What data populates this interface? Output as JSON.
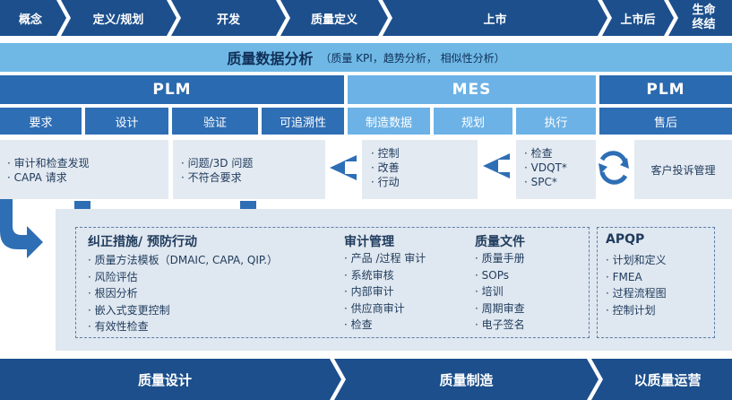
{
  "phases": [
    "概念",
    "定义/规划",
    "开发",
    "质量定义",
    "上市",
    "上市后",
    "生命\n终结"
  ],
  "analysis": {
    "title": "质量数据分析",
    "subtitle": "（质量 KPI，趋势分析， 相似性分析）"
  },
  "systems": {
    "plm_left": "PLM",
    "mes": "MES",
    "plm_right": "PLM"
  },
  "steps": [
    "要求",
    "设计",
    "验证",
    "可追溯性",
    "制造数据",
    "规划",
    "执行",
    "售后"
  ],
  "cards": {
    "requirements": [
      "· 审计和检查发现",
      "· CAPA 请求"
    ],
    "verification": [
      "· 问题/3D 问题",
      "· 不符合要求"
    ],
    "manufacturing": [
      "· 控制",
      "· 改善",
      "· 行动"
    ],
    "execution": [
      "· 检查",
      "· VDQT*",
      "· SPC*"
    ],
    "aftersales": "客户投诉管理"
  },
  "capa": {
    "title": "纠正措施/ 预防行动",
    "items": [
      "· 质量方法模板（DMAIC, CAPA, QIP.）",
      "· 风险评估",
      "· 根因分析",
      "· 嵌入式变更控制",
      "· 有效性检查"
    ]
  },
  "audit": {
    "title": "审计管理",
    "items": [
      "· 产品 /过程 审计",
      "· 系统审核",
      "· 内部审计",
      "· 供应商审计",
      "· 检查"
    ]
  },
  "docs": {
    "title": "质量文件",
    "items": [
      "· 质量手册",
      "· SOPs",
      "· 培训",
      "· 周期审查",
      "· 电子签名"
    ]
  },
  "apqp": {
    "title": "APQP",
    "items": [
      "· 计划和定义",
      "· FMEA",
      "· 过程流程图",
      "· 控制计划"
    ]
  },
  "stages": [
    "质量设计",
    "质量制造",
    "以质量运营"
  ],
  "colors": {
    "navy": "#1c4f8c",
    "blue": "#2a6ab0",
    "light_blue": "#6cb2e6",
    "panel": "#dfe7f0"
  }
}
